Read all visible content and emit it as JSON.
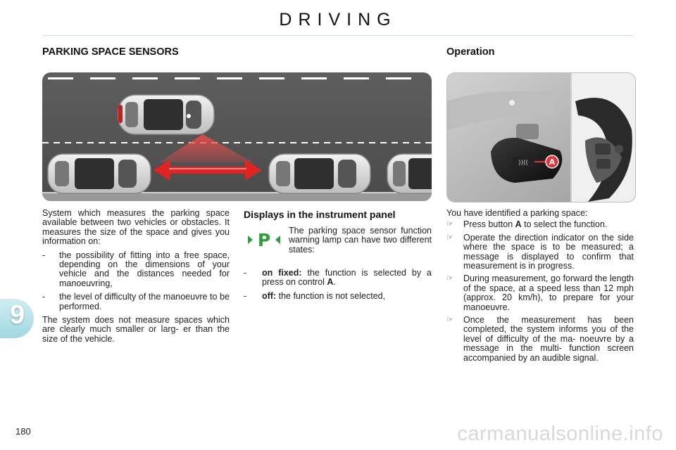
{
  "header": {
    "title": "DRIVING"
  },
  "section_tab": {
    "number": "9"
  },
  "left": {
    "title": "PARKING SPACE SENSORS",
    "intro": "System which measures the parking space available between two vehicles or obstacles. It measures the size of the space and gives you information on:",
    "items": [
      {
        "dash": "-",
        "text": "the possibility of fitting into a free space, depending on the dimensions of your vehicle and the distances needed for manoeuvring,"
      },
      {
        "dash": "-",
        "text": "the level of difficulty of the manoeuvre to be performed."
      }
    ],
    "note": "The system does not measure spaces which are clearly much smaller or larg- er than the size of the vehicle."
  },
  "displays": {
    "title": "Displays in the instrument panel",
    "lamp_text": "The parking space sensor function warning lamp can have two different states:",
    "lamp_icon": "parking-sensor-warning-lamp",
    "lamp_color": "#2f9e3a",
    "states": [
      {
        "dash": "-",
        "key": "on fixed:",
        "text_before": " the function is selected by a press on control ",
        "control": "A",
        "text_after": "."
      },
      {
        "dash": "-",
        "key": "off:",
        "text_before": " the function is not selected,",
        "control": "",
        "text_after": ""
      }
    ]
  },
  "operation": {
    "title": "Operation",
    "intro": "You have identified a parking space:",
    "bullet_icon": "pointing-hand",
    "steps": [
      {
        "pre": "Press button ",
        "bold": "A",
        "post": " to select the function."
      },
      {
        "pre": "Operate the direction indicator on the side where the space is to be measured; a message is displayed to confirm that measurement is in progress.",
        "bold": "",
        "post": ""
      },
      {
        "pre": "During measurement, go forward the length of the space, at a speed less than 12 mph (approx. 20 km/h), to prepare for your manoeuvre.",
        "bold": "",
        "post": ""
      },
      {
        "pre": "Once the measurement has been completed, the system informs you of the level of difficulty of the ma- noeuvre by a message in the multi- function screen accompanied by an audible signal.",
        "bold": "",
        "post": ""
      }
    ],
    "callout_label": "A",
    "callout_color": "#e8323a"
  },
  "footer": {
    "page_number": "180",
    "watermark": "carmanualsonline.info"
  }
}
